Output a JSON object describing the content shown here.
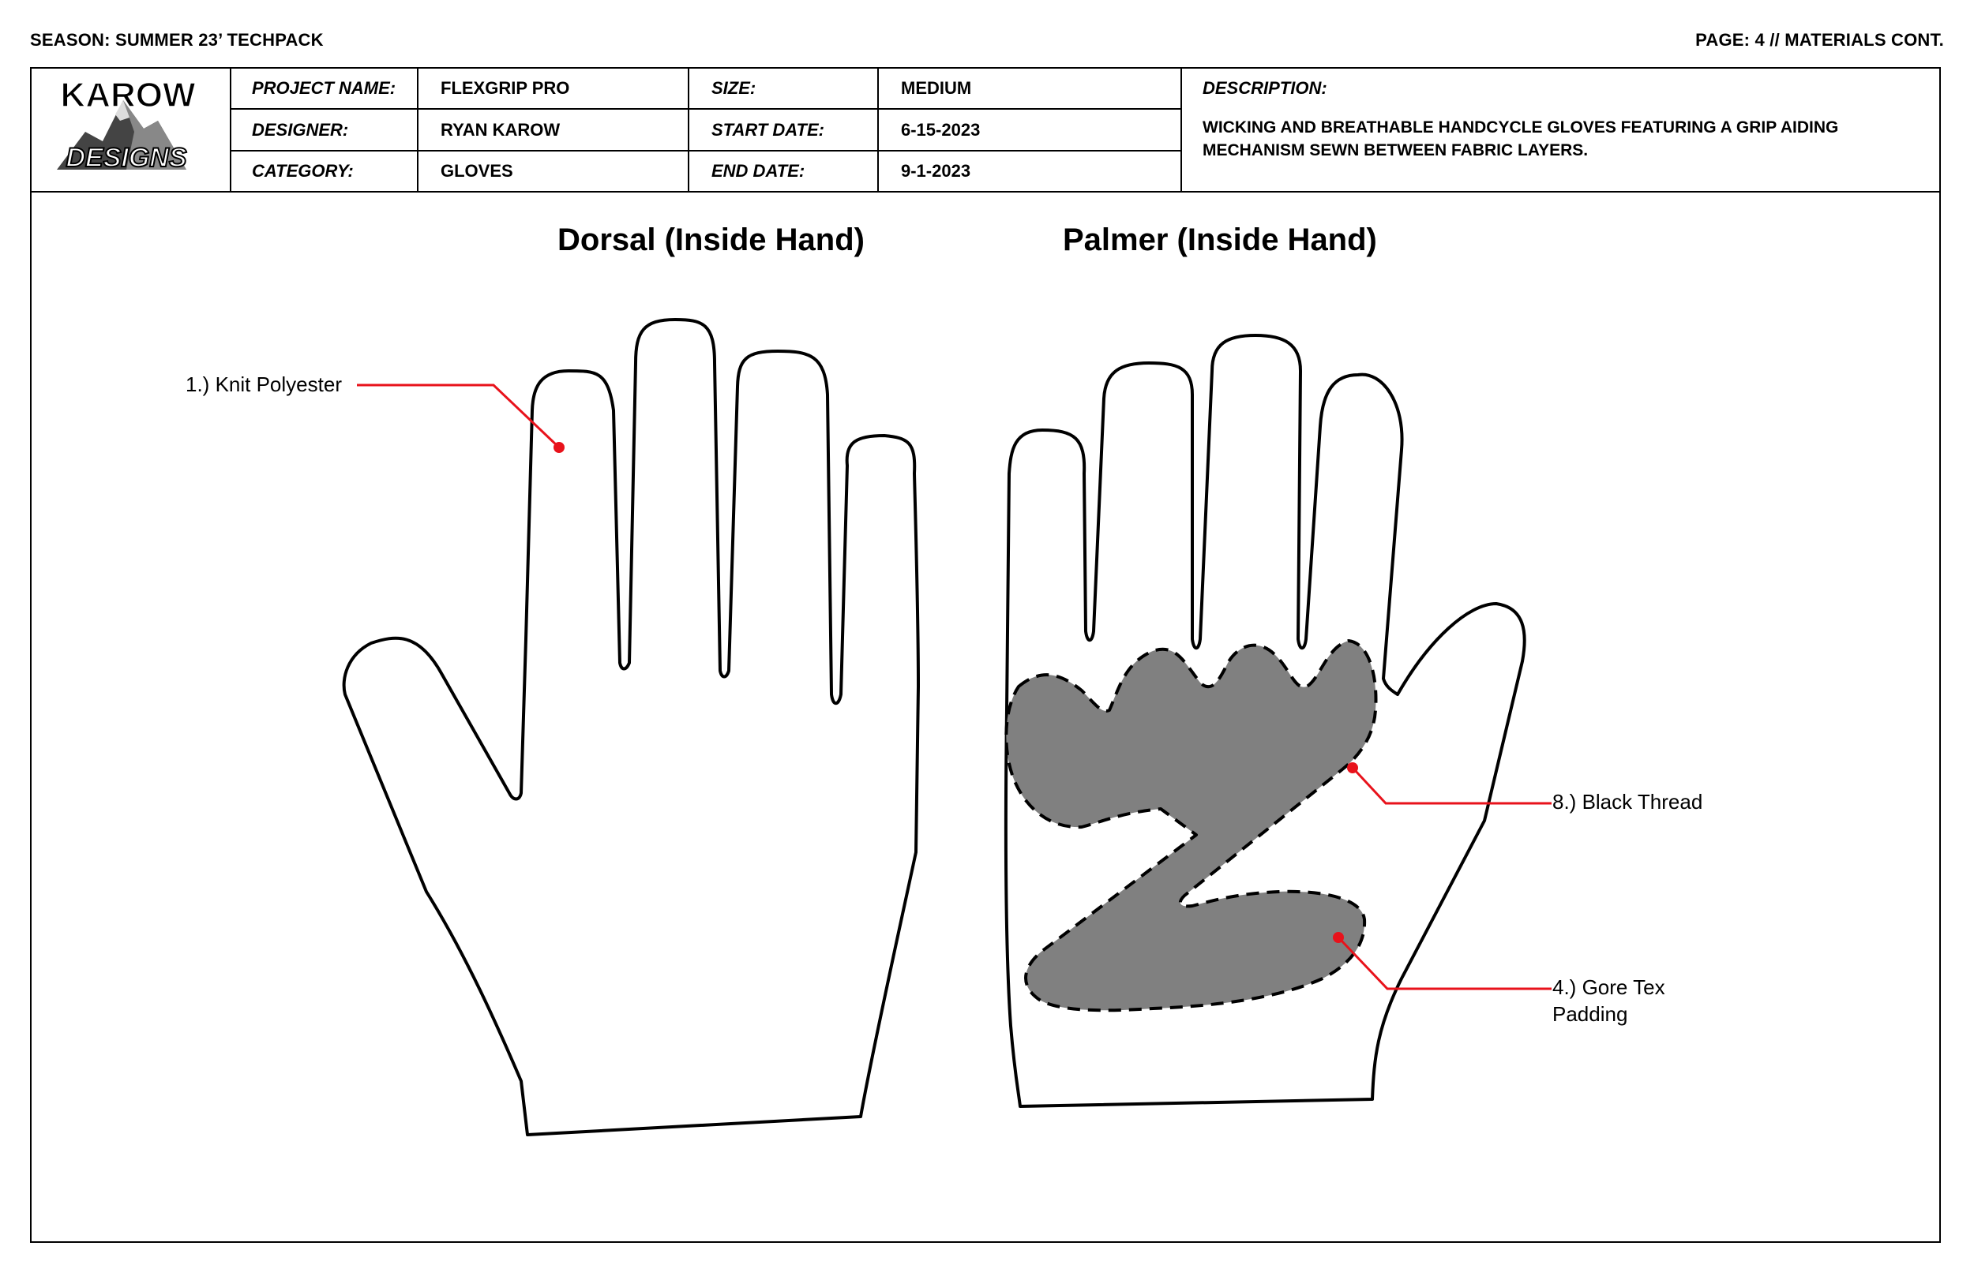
{
  "top_bar": {
    "season": "SEASON: SUMMER 23’  TECHPACK",
    "page": "PAGE: 4 // MATERIALS CONT."
  },
  "logo": {
    "line1": "KAROW",
    "line2": "DESIGNS"
  },
  "header": {
    "project_name_label": "PROJECT NAME:",
    "project_name": "FLEXGRIP PRO",
    "designer_label": "DESIGNER:",
    "designer": "RYAN KAROW",
    "category_label": "CATEGORY:",
    "category": "GLOVES",
    "size_label": "SIZE:",
    "size": "MEDIUM",
    "start_date_label": "START DATE:",
    "start_date": "6-15-2023",
    "end_date_label": "END DATE:",
    "end_date": "9-1-2023",
    "description_label": "DESCRIPTION:",
    "description": "WICKING AND BREATHABLE HANDCYCLE GLOVES FEATURING A GRIP AIDING MECHANISM SEWN BETWEEN FABRIC LAYERS."
  },
  "views": {
    "dorsal_title": "Dorsal (Inside Hand)",
    "palmer_title": "Palmer (Inside Hand)"
  },
  "annotations": {
    "knit": "1.) Knit Polyester",
    "thread": "8.) Black Thread",
    "gore_line1": "4.) Gore Tex",
    "gore_line2": "Padding"
  },
  "colors": {
    "callout": "#e8121b",
    "padding_fill": "#808080",
    "outline": "#000000"
  }
}
